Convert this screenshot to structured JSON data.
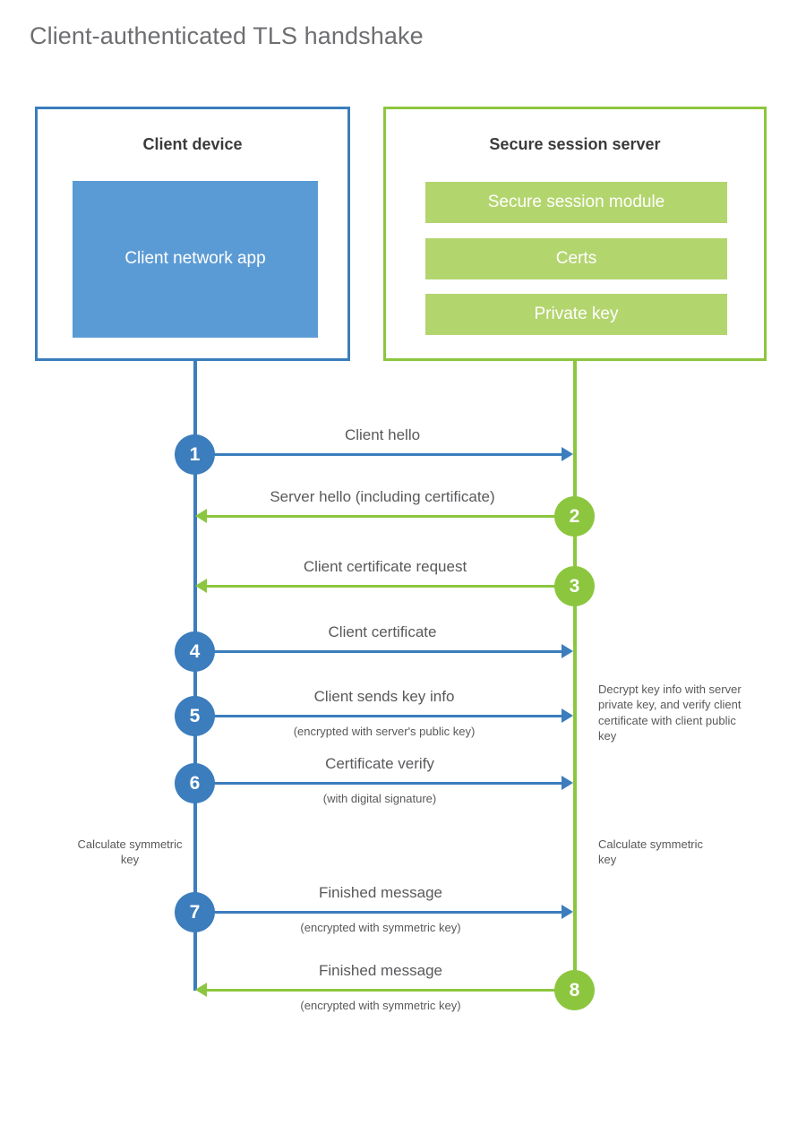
{
  "title": "Client-authenticated TLS handshake",
  "colors": {
    "client_blue": "#3b7dbd",
    "client_app_blue": "#5b9bd5",
    "server_green": "#8cc63e",
    "server_block_green": "#b3d56e",
    "text_gray": "#58595b",
    "title_gray": "#6d6e71",
    "background": "#ffffff"
  },
  "actors": {
    "client": {
      "title": "Client device",
      "blocks": [
        {
          "label": "Client network app"
        }
      ]
    },
    "server": {
      "title": "Secure session server",
      "blocks": [
        {
          "label": "Secure session module"
        },
        {
          "label": "Certs"
        },
        {
          "label": "Private key"
        }
      ]
    }
  },
  "messages": [
    {
      "step": "1",
      "label": "Client hello",
      "sublabel": "",
      "direction": "client-to-server",
      "color": "blue"
    },
    {
      "step": "2",
      "label": "Server hello (including certificate)",
      "sublabel": "",
      "direction": "server-to-client",
      "color": "green"
    },
    {
      "step": "3",
      "label": "Client certificate request",
      "sublabel": "",
      "direction": "server-to-client",
      "color": "green"
    },
    {
      "step": "4",
      "label": "Client certificate",
      "sublabel": "",
      "direction": "client-to-server",
      "color": "blue"
    },
    {
      "step": "5",
      "label": "Client sends key info",
      "sublabel": "(encrypted with server's public key)",
      "direction": "client-to-server",
      "color": "blue"
    },
    {
      "step": "6",
      "label": "Certificate verify",
      "sublabel": "(with digital signature)",
      "direction": "client-to-server",
      "color": "blue"
    },
    {
      "step": "7",
      "label": "Finished message",
      "sublabel": "(encrypted with symmetric key)",
      "direction": "client-to-server",
      "color": "blue"
    },
    {
      "step": "8",
      "label": "Finished message",
      "sublabel": "(encrypted with symmetric key)",
      "direction": "server-to-client",
      "color": "green"
    }
  ],
  "notes": {
    "decrypt": "Decrypt key info with server private key, and verify client certificate with client public key",
    "client_calculate": "Calculate symmetric key",
    "server_calculate": "Calculate symmetric key"
  }
}
